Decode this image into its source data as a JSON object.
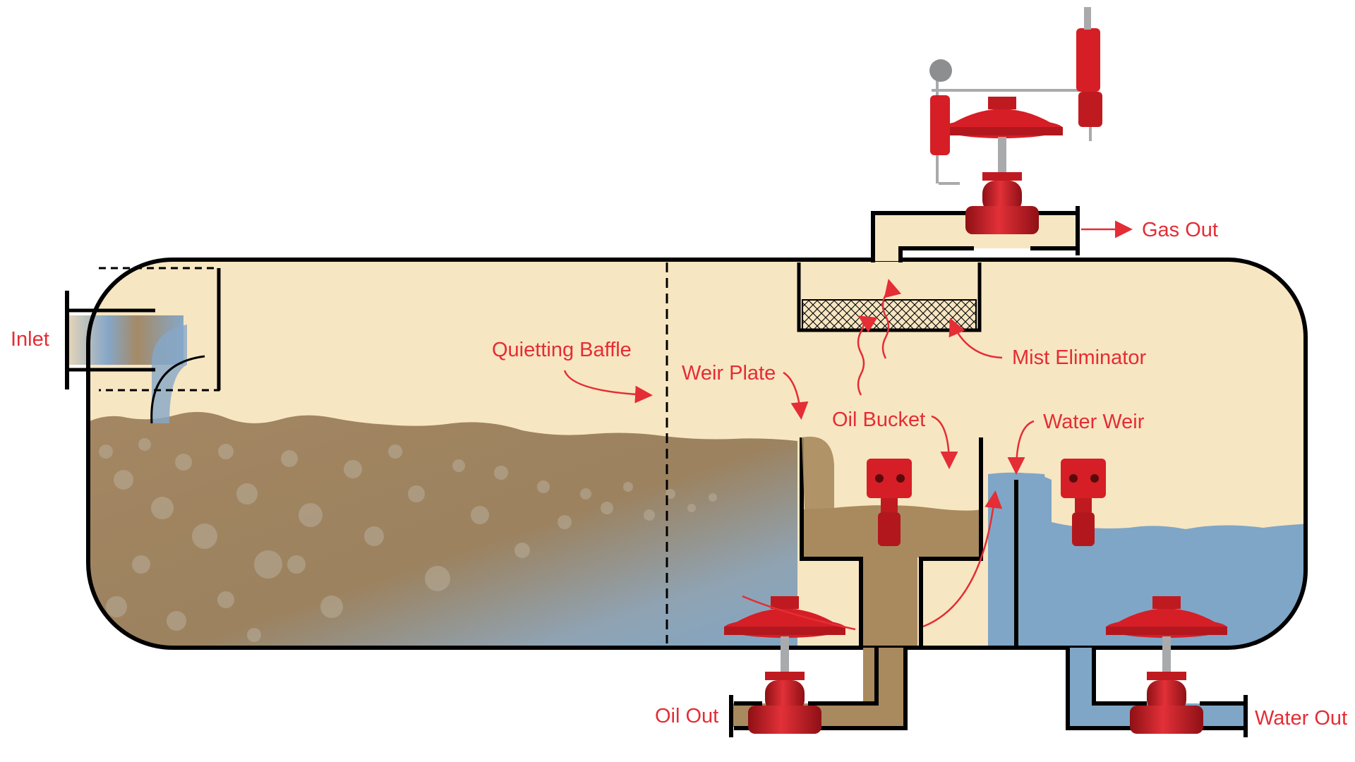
{
  "labels": {
    "inlet": "Inlet",
    "quietting_baffle": "Quietting Baffle",
    "weir_plate": "Weir Plate",
    "oil_bucket": "Oil Bucket",
    "water_weir": "Water Weir",
    "mist_eliminator": "Mist Eliminator",
    "gas_out": "Gas Out",
    "oil_out": "Oil Out",
    "water_out": "Water Out"
  },
  "colors": {
    "gas": "#F7E6C2",
    "oil": "#A98A5E",
    "water": "#7FA6C6",
    "emulsion": "#9E8A6E",
    "bubble": "#B3A996",
    "outline": "#000000",
    "annotation": "#E42D35",
    "valve_red": "#D61E26",
    "valve_dark": "#8E1015",
    "steel": "#A9AAAC"
  },
  "icons": {
    "gas_valve": "control-valve-with-pilot",
    "oil_valve": "control-valve",
    "water_valve": "control-valve",
    "level_controller": "level-controller"
  }
}
